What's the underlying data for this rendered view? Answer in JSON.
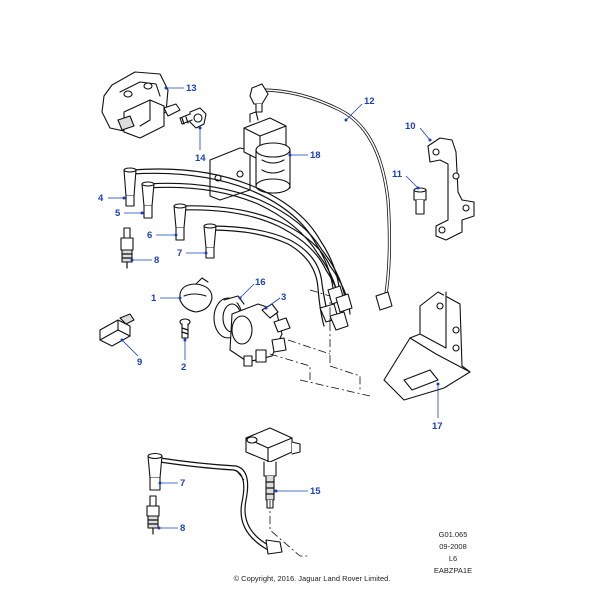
{
  "diagram": {
    "callouts": [
      {
        "id": "c13",
        "label": "13"
      },
      {
        "id": "c14",
        "label": "14"
      },
      {
        "id": "c12",
        "label": "12"
      },
      {
        "id": "c18",
        "label": "18"
      },
      {
        "id": "c10",
        "label": "10"
      },
      {
        "id": "c11",
        "label": "11"
      },
      {
        "id": "c4",
        "label": "4"
      },
      {
        "id": "c5",
        "label": "5"
      },
      {
        "id": "c6",
        "label": "6"
      },
      {
        "id": "c7a",
        "label": "7"
      },
      {
        "id": "c8a",
        "label": "8"
      },
      {
        "id": "c16",
        "label": "16"
      },
      {
        "id": "c3",
        "label": "3"
      },
      {
        "id": "c1",
        "label": "1"
      },
      {
        "id": "c2",
        "label": "2"
      },
      {
        "id": "c9",
        "label": "9"
      },
      {
        "id": "c17",
        "label": "17"
      },
      {
        "id": "c7b",
        "label": "7"
      },
      {
        "id": "c15",
        "label": "15"
      },
      {
        "id": "c8b",
        "label": "8"
      }
    ],
    "meta": {
      "group_code": "G01.065",
      "date": "09-2008",
      "variant": "L6",
      "illustration_id": "EABZPA1E"
    },
    "copyright": "© Copyright, 2016. Jaguar Land Rover Limited.",
    "colors": {
      "callout": "#1a3fbf",
      "line": "#111111",
      "background": "#ffffff"
    }
  }
}
